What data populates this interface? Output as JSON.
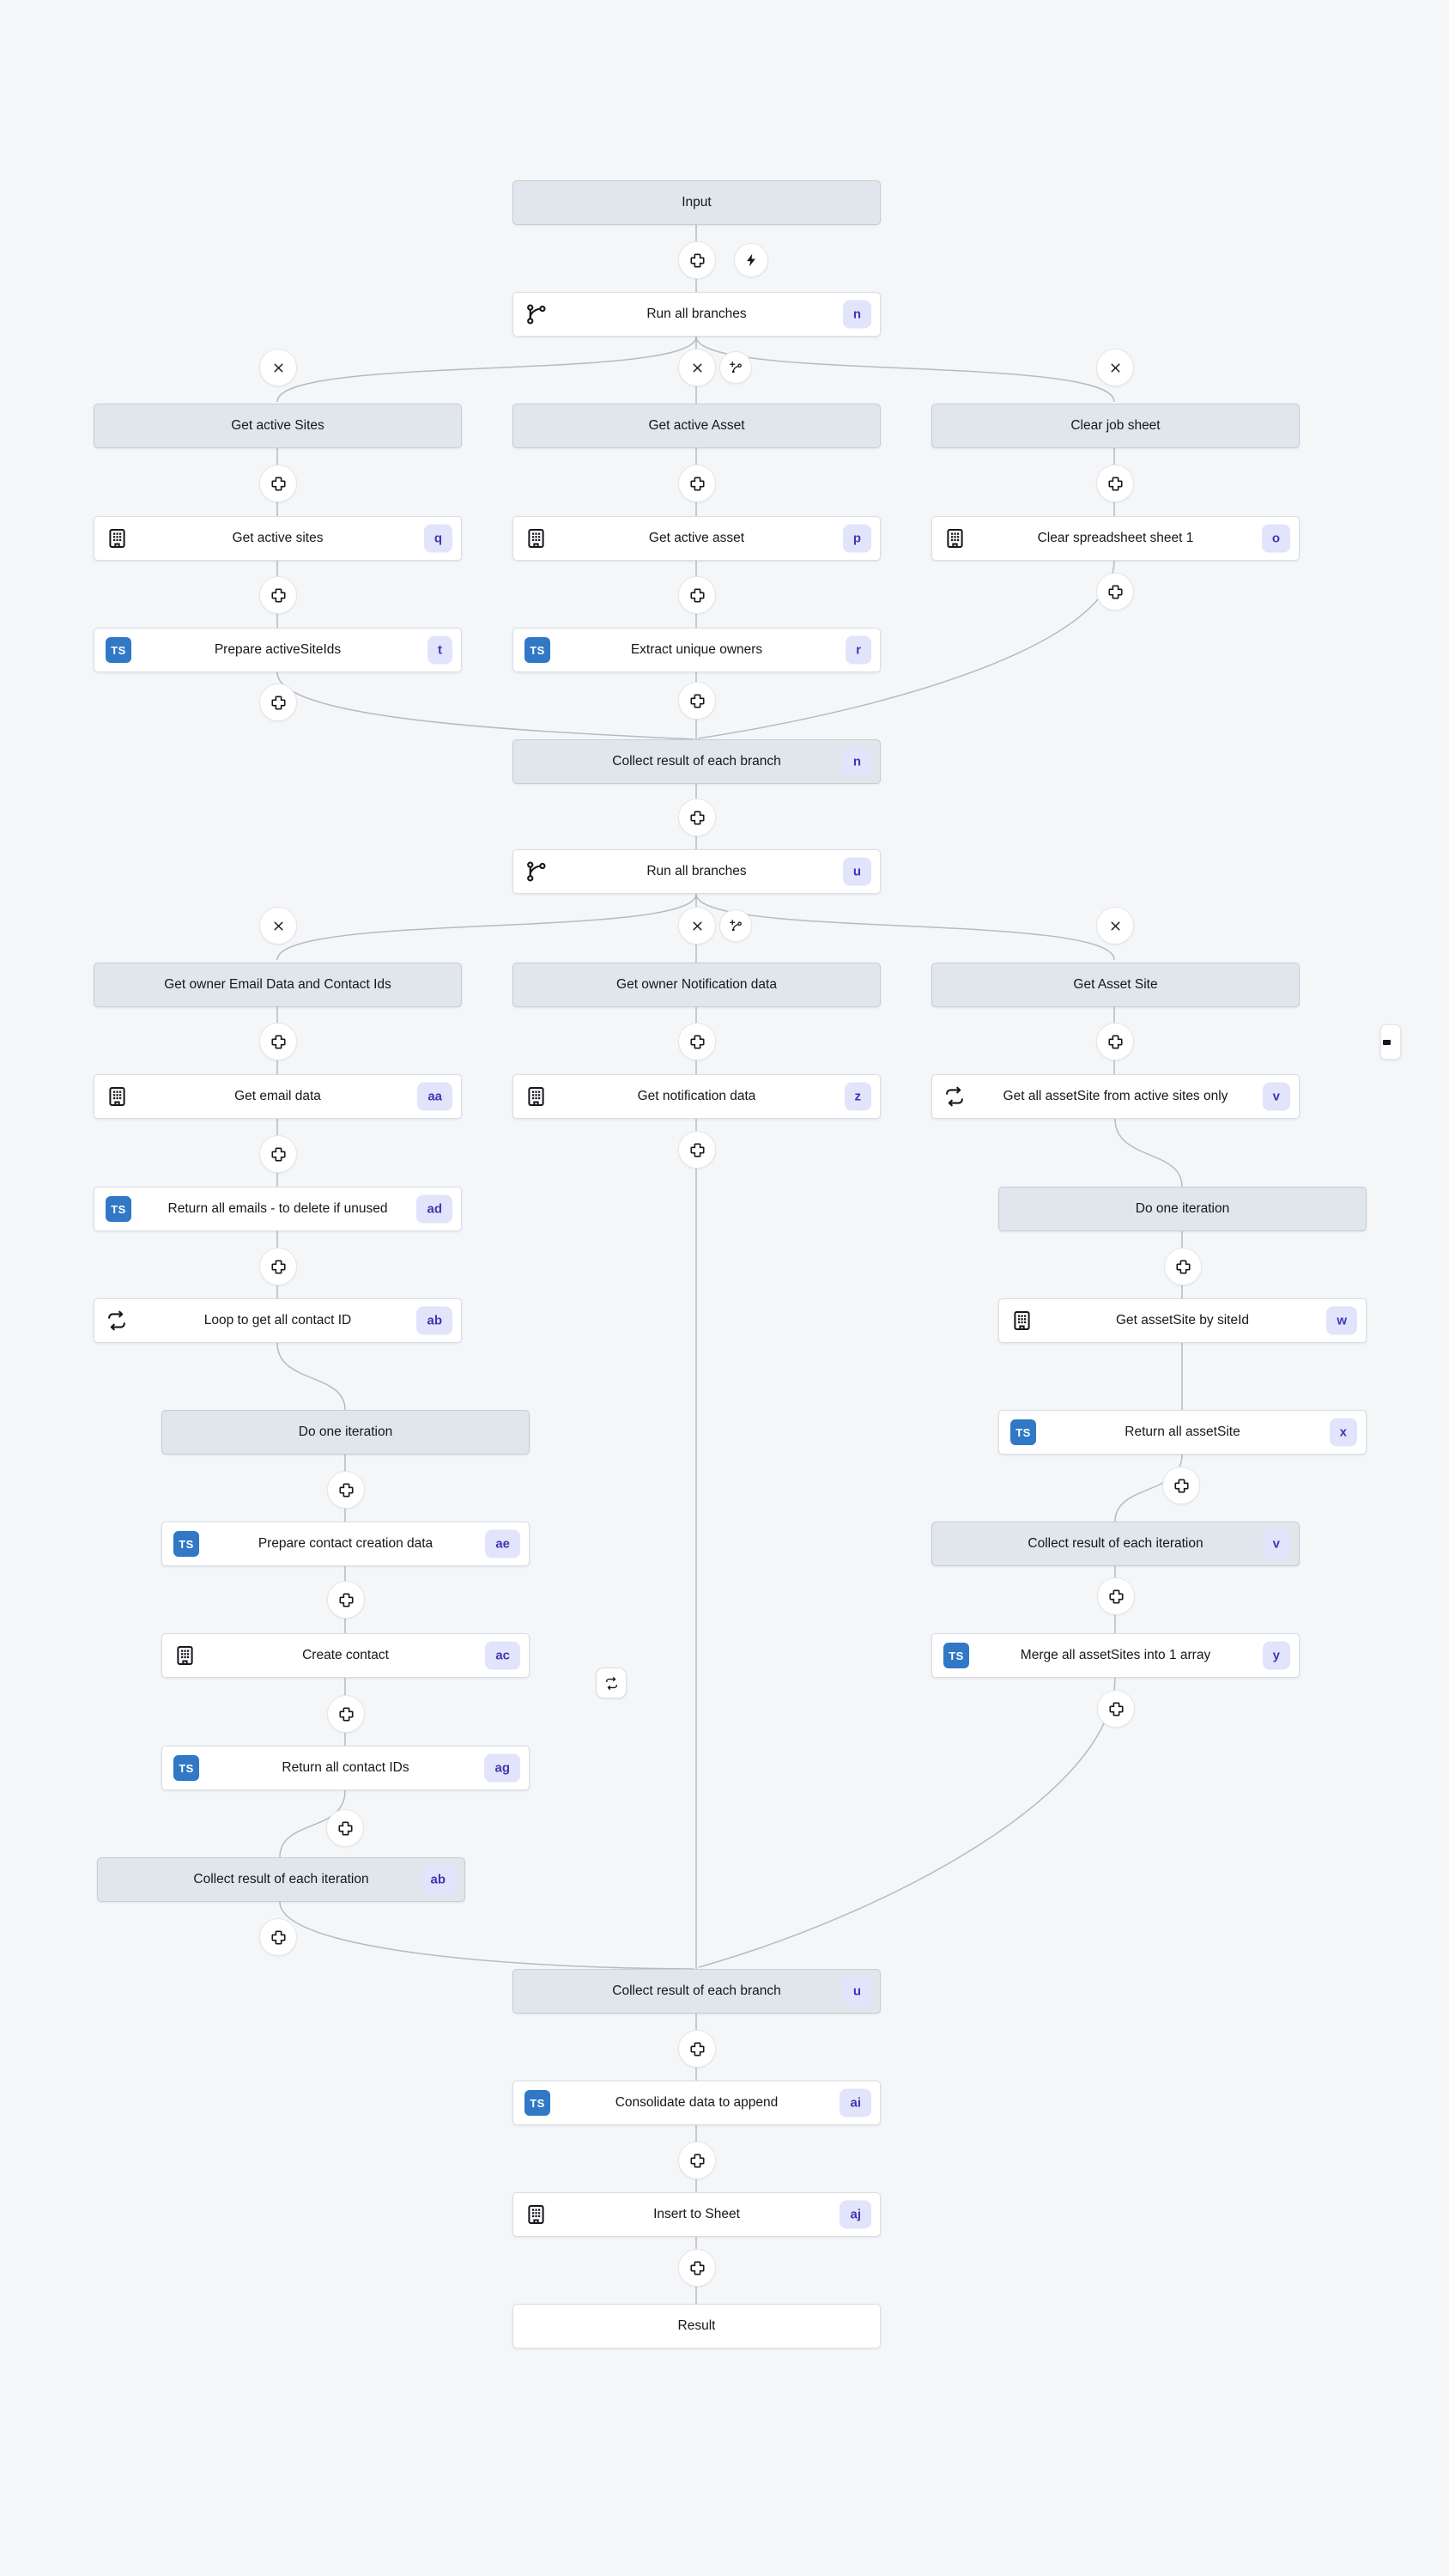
{
  "flow": {
    "colors": {
      "background": "#f4f6f8",
      "node_bg": "#ffffff",
      "header_bg": "#e0e6eb",
      "badge_bg": "#e2e4fb",
      "badge_text": "#3c38b0",
      "edge": "#b5bbc3",
      "ts_blue": "#3178c6"
    },
    "icons": {
      "ts_label": "TS"
    },
    "nodes": {
      "input": {
        "label": "Input"
      },
      "run1": {
        "label": "Run all branches",
        "badge": "n"
      },
      "h_sites": {
        "label": "Get active Sites"
      },
      "h_asset": {
        "label": "Get active Asset"
      },
      "h_clear": {
        "label": "Clear job sheet"
      },
      "get_active_sites": {
        "label": "Get active sites",
        "badge": "q"
      },
      "get_active_asset": {
        "label": "Get active asset",
        "badge": "p"
      },
      "clear_spreadsheet": {
        "label": "Clear spreadsheet sheet 1",
        "badge": "o"
      },
      "prepare_activesiteids": {
        "label": "Prepare activeSiteIds",
        "badge": "t"
      },
      "extract_unique_owners": {
        "label": "Extract unique owners",
        "badge": "r"
      },
      "collect_branch_1": {
        "label": "Collect result of each branch",
        "badge": "n"
      },
      "run2": {
        "label": "Run all branches",
        "badge": "u"
      },
      "h_email": {
        "label": "Get owner Email Data and Contact Ids"
      },
      "h_notif": {
        "label": "Get owner Notification data"
      },
      "h_assetsite": {
        "label": "Get Asset Site"
      },
      "get_email_data": {
        "label": "Get email data",
        "badge": "aa"
      },
      "get_notification_data": {
        "label": "Get notification data",
        "badge": "z"
      },
      "get_all_assetsite": {
        "label": "Get all assetSite from active sites only",
        "badge": "v"
      },
      "return_all_emails": {
        "label": "Return all emails - to delete if unused",
        "badge": "ad"
      },
      "loop_contact_id": {
        "label": "Loop to get all contact ID",
        "badge": "ab"
      },
      "do_iter_left": {
        "label": "Do one iteration"
      },
      "prepare_contact_creation": {
        "label": "Prepare contact creation data",
        "badge": "ae"
      },
      "create_contact": {
        "label": "Create contact",
        "badge": "ac"
      },
      "return_all_contact_ids": {
        "label": "Return all contact IDs",
        "badge": "ag"
      },
      "collect_iter_left": {
        "label": "Collect result of each iteration",
        "badge": "ab"
      },
      "do_iter_right": {
        "label": "Do one iteration"
      },
      "get_assetsite_by_siteid": {
        "label": "Get assetSite by siteId",
        "badge": "w"
      },
      "return_all_assetsite": {
        "label": "Return all assetSite",
        "badge": "x"
      },
      "collect_iter_right": {
        "label": "Collect result of each iteration",
        "badge": "v"
      },
      "merge_assetsites": {
        "label": "Merge all assetSites into 1 array",
        "badge": "y"
      },
      "collect_branch_2": {
        "label": "Collect result of each branch",
        "badge": "u"
      },
      "consolidate_data": {
        "label": "Consolidate data to append",
        "badge": "ai"
      },
      "insert_to_sheet": {
        "label": "Insert to Sheet",
        "badge": "aj"
      },
      "result": {
        "label": "Result"
      }
    }
  }
}
